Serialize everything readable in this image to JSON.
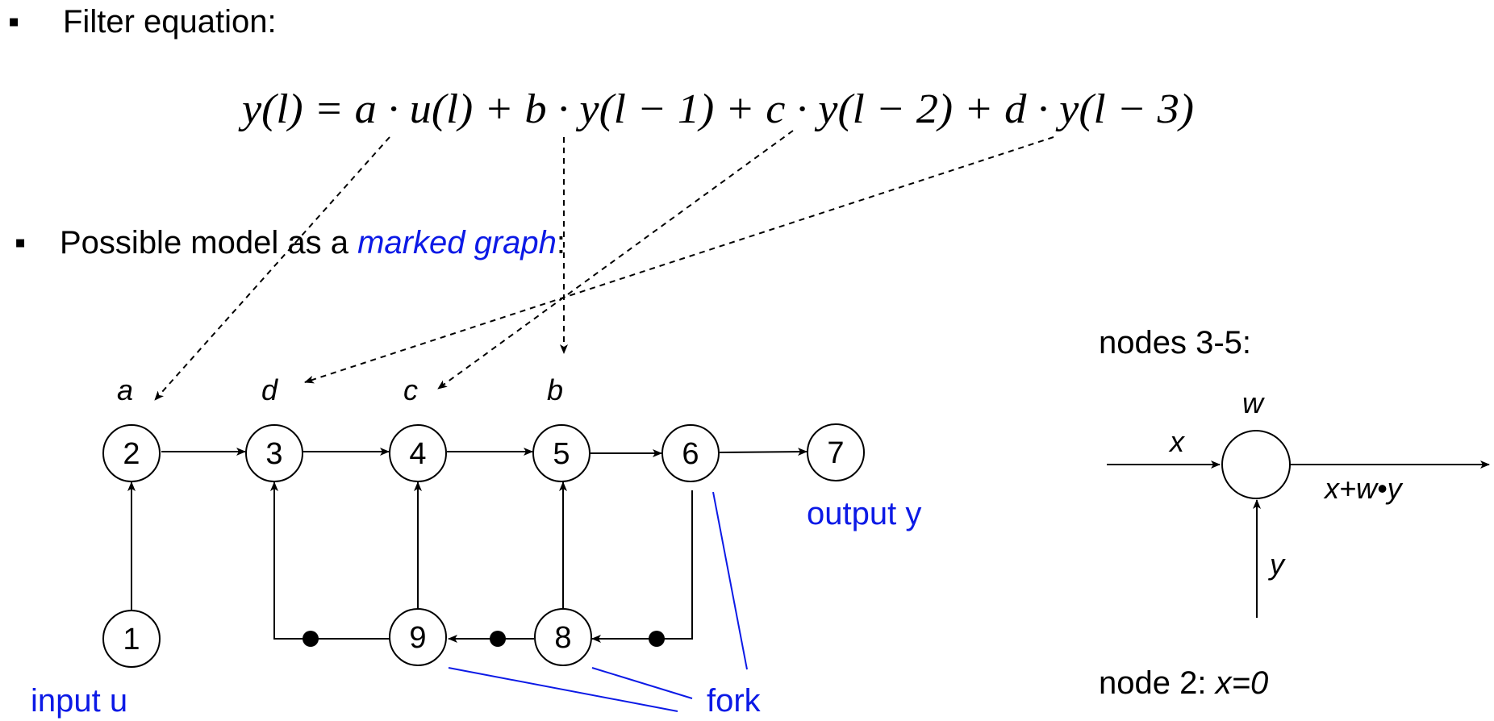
{
  "bullet1": {
    "marker": "▪",
    "text": "Filter equation:"
  },
  "equation": "y(l) = a · u(l) + b · y(l − 1) + c · y(l − 2) + d · y(l − 3)",
  "bullet2": {
    "marker": "▪",
    "prefix": "Possible model as a ",
    "emph": "marked graph",
    "suffix": ":"
  },
  "coefficients": {
    "a": "a",
    "d": "d",
    "c": "c",
    "b": "b"
  },
  "nodes": {
    "n1": "1",
    "n2": "2",
    "n3": "3",
    "n4": "4",
    "n5": "5",
    "n6": "6",
    "n7": "7",
    "n8": "8",
    "n9": "9"
  },
  "annotations": {
    "input": "input u",
    "output": "output y",
    "fork": "fork"
  },
  "legend": {
    "title": "nodes 3-5:",
    "w": "w",
    "x": "x",
    "y": "y",
    "out": "x+w•y",
    "node2_prefix": "node 2: ",
    "node2_value": "x=0"
  },
  "colors": {
    "accent": "#0c1ae6",
    "ink": "#000000"
  }
}
